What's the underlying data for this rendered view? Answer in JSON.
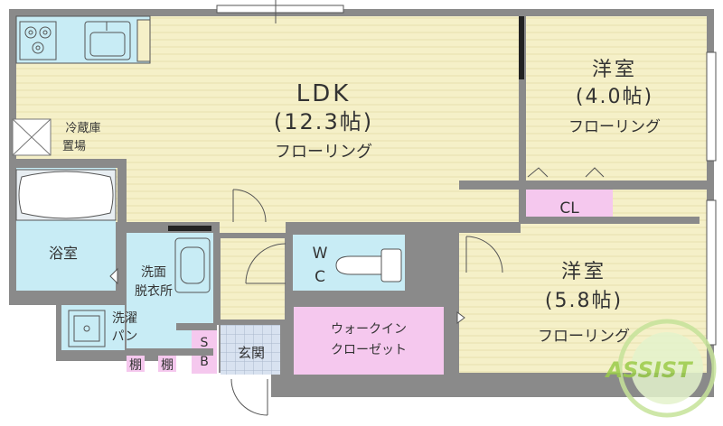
{
  "colors": {
    "wall": "#8a8a8a",
    "floor": "#f5f0c8",
    "wet": "#c8ecf5",
    "storage": "#f5c8ee",
    "entrance": "#d8e2f0",
    "line": "#555555",
    "text": "#333333",
    "logo": "#9acc4a"
  },
  "rooms": {
    "ldk": {
      "name": "LDK",
      "size": "(12.3帖)",
      "floor": "フローリング"
    },
    "western1": {
      "name": "洋室",
      "size": "(4.0帖)",
      "floor": "フローリング"
    },
    "western2": {
      "name": "洋室",
      "size": "(5.8帖)",
      "floor": "フローリング"
    },
    "closet": "CL",
    "bath": "浴室",
    "washroom": [
      "洗面",
      "脱衣所"
    ],
    "laundry": [
      "洗濯",
      "パン"
    ],
    "fridge": [
      "冷蔵庫",
      "置場"
    ],
    "wc": [
      "W",
      "C"
    ],
    "walkin": [
      "ウォークイン",
      "クローゼット"
    ],
    "sb": [
      "S",
      "B"
    ],
    "entrance": "玄関",
    "shelf": "棚"
  },
  "logo": {
    "text": "ASSIST",
    "icon": "assist-logo-icon"
  }
}
